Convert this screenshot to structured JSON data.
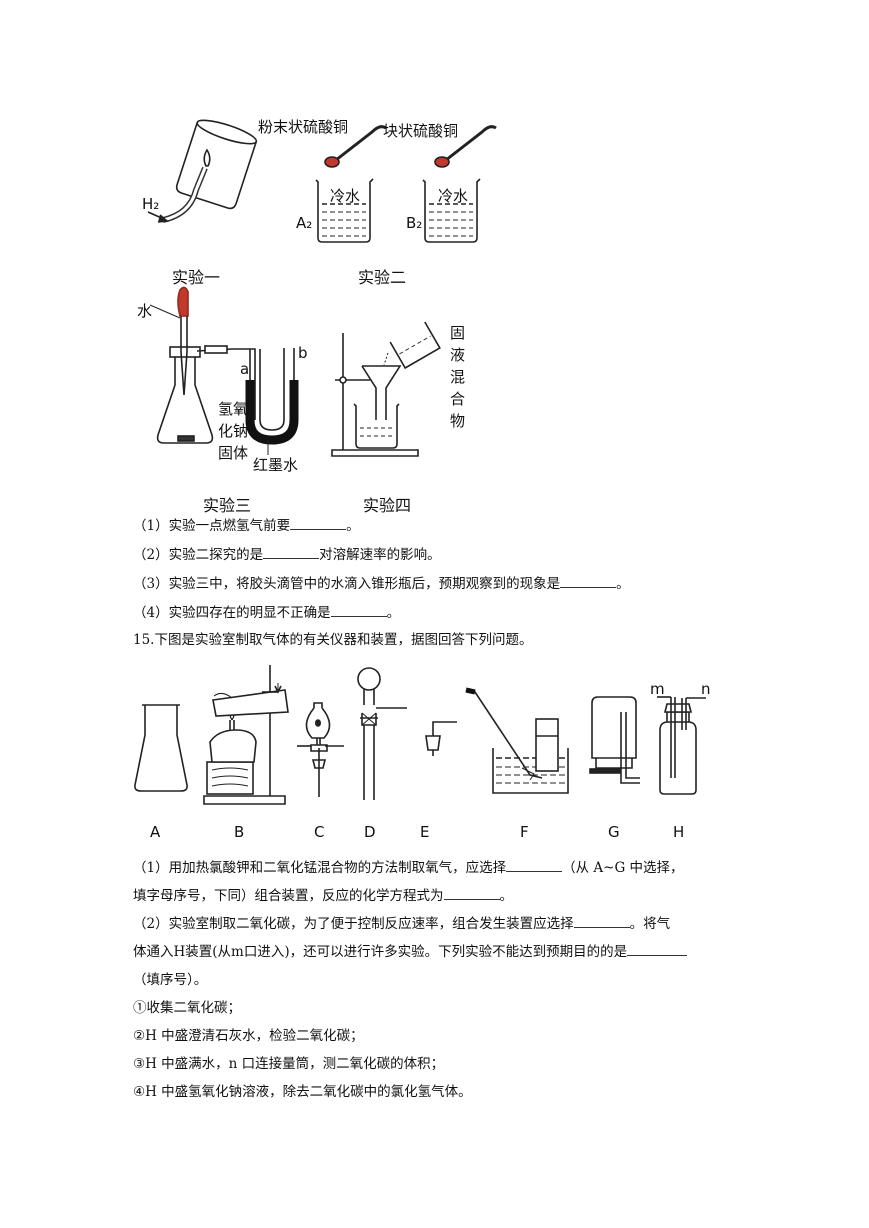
{
  "figure1": {
    "h2_label": "H₂",
    "exp1_caption": "实验一",
    "powder_label": "粉末状硫酸铜",
    "block_label": "块状硫酸铜",
    "cold_water": "冷水",
    "a2_label": "A₂",
    "b2_label": "B₂",
    "exp2_caption": "实验二",
    "water_label": "水",
    "a_label": "a",
    "b_label": "b",
    "naoh_label": [
      "氢氧",
      "化钠",
      "固体"
    ],
    "red_ink_label": "红墨水",
    "solid_liquid_label": "固液混合物",
    "exp3_caption": "实验三",
    "exp4_caption": "实验四"
  },
  "q14": {
    "items": [
      {
        "pre": "（1）实验一点燃氢气前要",
        "post": "。"
      },
      {
        "pre": "（2）实验二探究的是",
        "post": "对溶解速率的影响。"
      },
      {
        "pre": "（3）实验三中，将胶头滴管中的水滴入锥形瓶后，预期观察到的现象是",
        "post": "。"
      },
      {
        "pre": "（4）实验四存在的明显不正确是",
        "post": "。"
      }
    ]
  },
  "q15": {
    "title": "15.下图是实验室制取气体的有关仪器和装置，据图回答下列问题。",
    "apparatus_labels": [
      "A",
      "B",
      "C",
      "D",
      "E",
      "F",
      "G",
      "H"
    ],
    "m_label": "m",
    "n_label": "n",
    "p1_line1_pre": "（1）用加热氯酸钾和二氧化锰混合物的方法制取氧气，应选择",
    "p1_line1_post": "（从 A~G 中选择，",
    "p1_line2_pre": "填字母序号，下同）组合装置，反应的化学方程式为",
    "p1_line2_post": "。",
    "p2_line1_pre": "（2）实验室制取二氧化碳，为了便于控制反应速率，组合发生装置应选择",
    "p2_line1_post": "。将气",
    "p2_line2_pre": "体通入H装置(从m口进入)，还可以进行许多实验。下列实验不能达到预期目的的是",
    "p2_line3": "（填序号）。",
    "options": [
      "①收集二氧化碳；",
      "②H 中盛澄清石灰水，检验二氧化碳；",
      "③H 中盛满水，n 口连接量筒，测二氧化碳的体积；",
      "④H 中盛氢氧化钠溶液，除去二氧化碳中的氯化氢气体。"
    ]
  }
}
